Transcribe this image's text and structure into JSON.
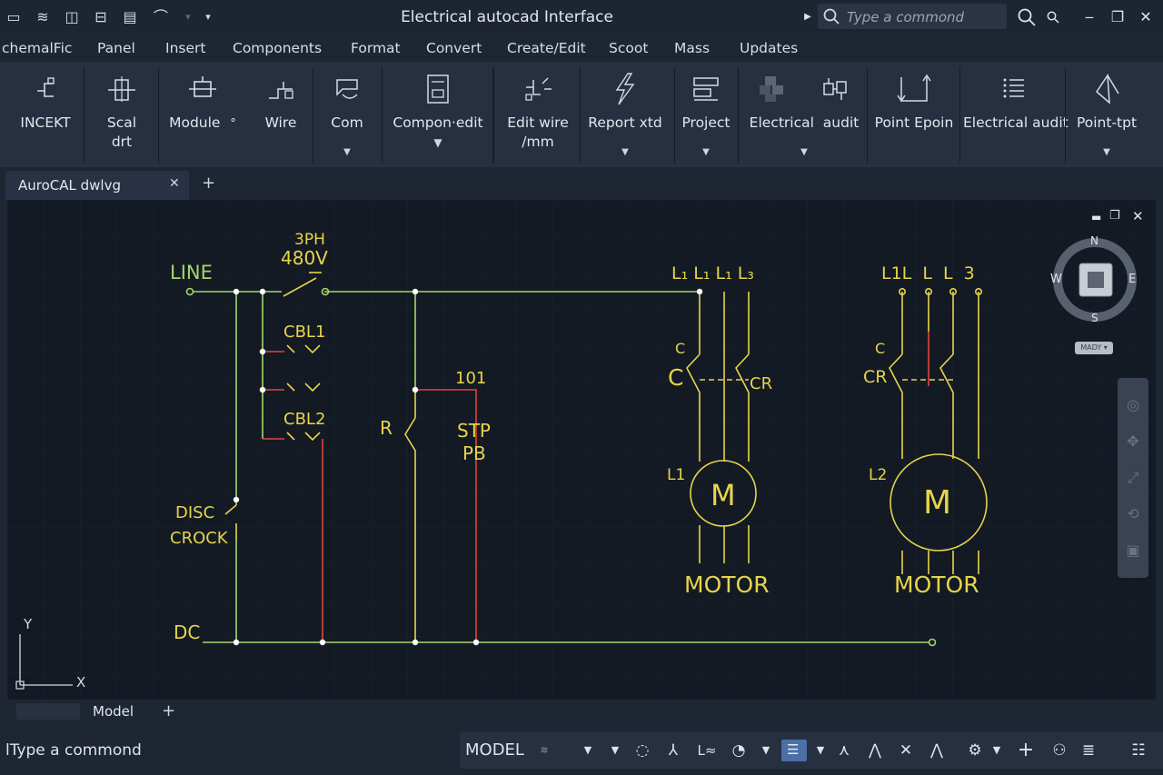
{
  "window": {
    "title": "Electrical autocad Interface",
    "search_placeholder": "Type a commond"
  },
  "menu": [
    "chemalFic",
    "Panel",
    "Insert",
    "Components",
    "Format",
    "Convert",
    "Create/Edit",
    "Scoot",
    "Mass",
    "Updates"
  ],
  "ribbon": {
    "insert": "INCEKT",
    "scale_line1": "Scal",
    "scale_line2": "drt",
    "module": "Module",
    "module_extra": "°",
    "wire": "Wire",
    "com": "Com",
    "component_edit": "Compon·edit",
    "edit_wire_line1": "Edit wire",
    "edit_wire_line2": "/mm",
    "report": "Report xtd",
    "project": "Project",
    "electrical": "Electrical",
    "audit": "audit",
    "point_epoin": "Point Epoin",
    "electrical_audit": "Electrical audit",
    "point_tpt": "Point-tpt"
  },
  "tabs": {
    "document": "AuroCAL dwlvg",
    "add": "+"
  },
  "drawing": {
    "line": "LINE",
    "ph": "3PH",
    "volt": "480V",
    "cbl1": "CBL1",
    "cbl2": "CBL2",
    "disc": "DISC",
    "crock": "CROCK",
    "dc": "DC",
    "r": "R",
    "wire101": "101",
    "stp": "STP",
    "pb": "PB",
    "m1_terminals": "L₁ L₁ L₁ L₃",
    "m1_c_small": "C",
    "m1_c_big": "C",
    "m1_cr": "CR",
    "m1_label": "L1",
    "m1_letter": "M",
    "m1_name": "MOTOR",
    "m2_terminals": "L1L  L  L  3",
    "m2_c_small": "C",
    "m2_cr": "CR",
    "m2_label": "L2",
    "m2_letter": "M",
    "m2_name": "MOTOR",
    "ucs_y": "Y",
    "ucs_x": "X"
  },
  "viewcube": {
    "n": "N",
    "s": "S",
    "w": "W",
    "e": "E",
    "badge": "MADY"
  },
  "model_tabs": {
    "model": "Model",
    "add": "+"
  },
  "status": {
    "command_placeholder": "lType a commond",
    "model": "MODEL"
  }
}
